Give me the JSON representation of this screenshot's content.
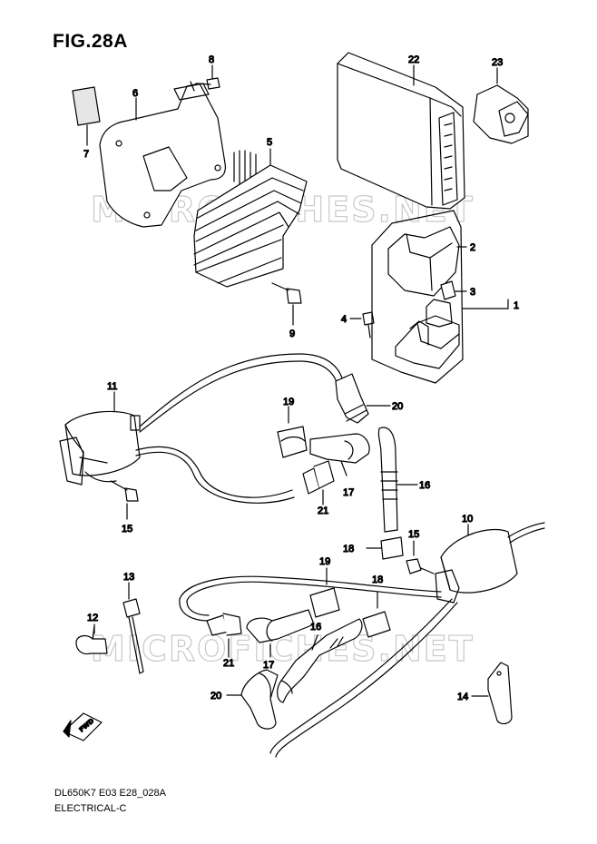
{
  "figure": {
    "title": "FIG.28A",
    "model_code": "DL650K7 E03 E28_028A",
    "section": "ELECTRICAL-C"
  },
  "watermark": {
    "text": "MICROFICHES.NET",
    "color": "#c9c9c9"
  },
  "direction_marker": {
    "label": "FWD"
  },
  "callouts": [
    {
      "id": "c1",
      "label": "1"
    },
    {
      "id": "c2",
      "label": "2"
    },
    {
      "id": "c3",
      "label": "3"
    },
    {
      "id": "c4",
      "label": "4"
    },
    {
      "id": "c5",
      "label": "5"
    },
    {
      "id": "c6",
      "label": "6"
    },
    {
      "id": "c7",
      "label": "7"
    },
    {
      "id": "c8",
      "label": "8"
    },
    {
      "id": "c9",
      "label": "9"
    },
    {
      "id": "c10",
      "label": "10"
    },
    {
      "id": "c11",
      "label": "11"
    },
    {
      "id": "c12",
      "label": "12"
    },
    {
      "id": "c13",
      "label": "13"
    },
    {
      "id": "c14",
      "label": "14"
    },
    {
      "id": "c15a",
      "label": "15"
    },
    {
      "id": "c15b",
      "label": "15"
    },
    {
      "id": "c16a",
      "label": "16"
    },
    {
      "id": "c16b",
      "label": "16"
    },
    {
      "id": "c17a",
      "label": "17"
    },
    {
      "id": "c17b",
      "label": "17"
    },
    {
      "id": "c18a",
      "label": "18"
    },
    {
      "id": "c18b",
      "label": "18"
    },
    {
      "id": "c19a",
      "label": "19"
    },
    {
      "id": "c19b",
      "label": "19"
    },
    {
      "id": "c20a",
      "label": "20"
    },
    {
      "id": "c20b",
      "label": "20"
    },
    {
      "id": "c21a",
      "label": "21"
    },
    {
      "id": "c21b",
      "label": "21"
    },
    {
      "id": "c22",
      "label": "22"
    },
    {
      "id": "c23",
      "label": "23"
    }
  ]
}
